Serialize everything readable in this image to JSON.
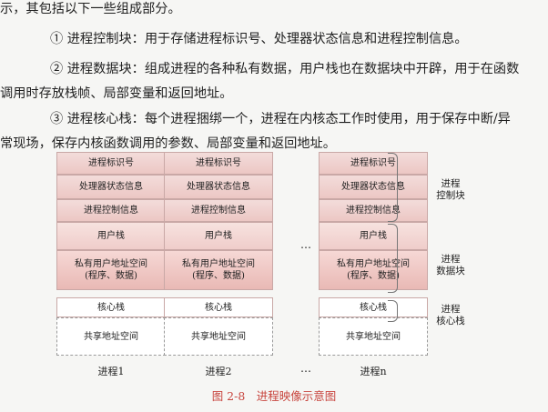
{
  "text": {
    "line1": "示，其包括以下一些组成部分。",
    "line2": "① 进程控制块：用于存储进程标识号、处理器状态信息和进程控制信息。",
    "line3": "② 进程数据块：组成进程的各种私有数据，用户栈也在数据块中开辟，用于在函数",
    "line4": "调用时存放栈帧、局部变量和返回地址。",
    "line5": "③ 进程核心栈：每个进程捆绑一个，进程在内核态工作时使用，用于保存中断/异",
    "line6": "常现场，保存内核函数调用的参数、局部变量和返回地址。"
  },
  "diagram": {
    "rows": {
      "pid": "进程标识号",
      "cpu_state": "处理器状态信息",
      "ctrl_info": "进程控制信息",
      "user_stack": "用户栈",
      "private_space_1": "私有用户地址空间",
      "private_space_2": "(程序、数据)",
      "kernel_stack": "核心栈",
      "shared_space": "共享地址空间"
    },
    "processes": [
      "进程1",
      "进程2",
      "进程n"
    ],
    "ellipsis": "…",
    "groups": {
      "pcb": [
        "进程",
        "控制块"
      ],
      "data": [
        "进程",
        "数据块"
      ],
      "kstack": [
        "进程",
        "核心栈"
      ]
    },
    "caption": "图 2-8　进程映像示意图"
  }
}
